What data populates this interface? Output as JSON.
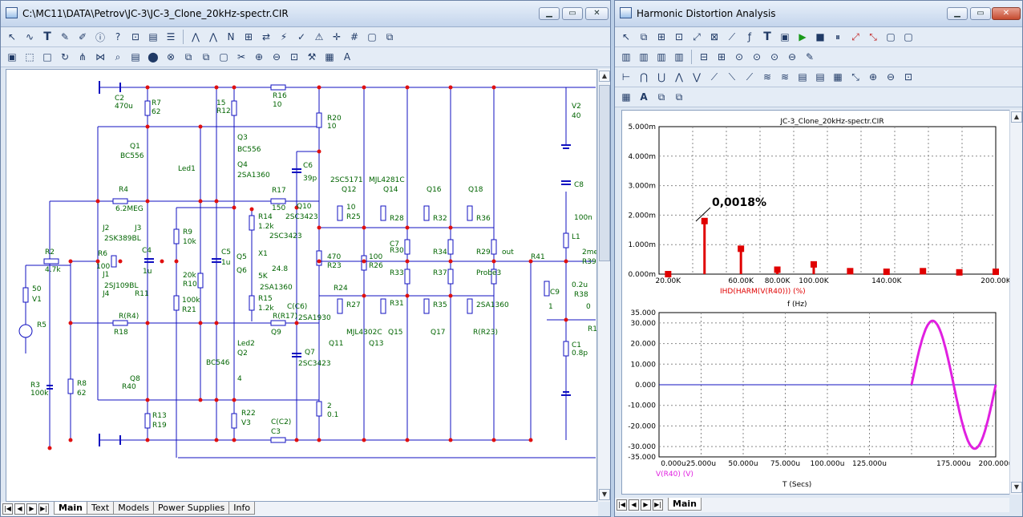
{
  "left_window": {
    "title": "C:\\MC11\\DATA\\Petrov\\JC-3\\JC-3_Clone_20kHz-spectr.CIR",
    "controls": [
      "minimize",
      "maximize",
      "close"
    ],
    "tabs": [
      "Main",
      "Text",
      "Models",
      "Power Supplies",
      "Info"
    ],
    "active_tab": "Main",
    "schematic": {
      "labels": [
        "C2",
        "470u",
        "R7",
        "62",
        "Q1",
        "BC556",
        "R12",
        "15",
        "Q3",
        "BC556",
        "Q4",
        "2SA1360",
        "Led1",
        "R16",
        "10",
        "R20",
        "10",
        "V2",
        "40",
        "C6",
        "39p",
        "R4",
        "6.2MEG",
        "R17",
        "150",
        "Q10",
        "2SC3423",
        "2SC5171",
        "Q12",
        "MJL4281C",
        "Q14",
        "Q16",
        "Q18",
        "C8",
        "100n",
        "R2",
        "4.7k",
        "J2",
        "2SK389BL",
        "J3",
        "R9",
        "10k",
        "R6",
        "100",
        "C4",
        "1u",
        "C5",
        "1u",
        "R14",
        "1.2k",
        "2SC3423",
        "Q5",
        "X1",
        "5K",
        "24.8",
        "Q6",
        "2SA1360",
        "R15",
        "1.2k",
        "J1",
        "2SJ109BL",
        "J4",
        "R11",
        "20k",
        "R10",
        "100k",
        "R21",
        "470",
        "R23",
        "10",
        "R25",
        "100",
        "R26",
        "R28",
        "R30",
        "R32",
        "R34",
        "R36",
        "R29",
        "R33",
        "R37",
        "Probe3",
        "out",
        "R41",
        "2me",
        "R39",
        "L1",
        "0.2u",
        "R38",
        "1",
        "C9",
        "0",
        "R1",
        "50",
        "V1",
        "R5",
        "R(R4)",
        "R18",
        "R(R17)",
        "Q9",
        "2SA1930",
        "Q11",
        "MJL4302C",
        "Q13",
        "Q15",
        "Q17",
        "R(R23)",
        "R24",
        "R27",
        "R31",
        "R35",
        "2SA1360",
        "C7",
        "C(C6)",
        "Q7",
        "2SC3423",
        "Led2",
        "Q2",
        "BC546",
        "Q8",
        "R40",
        "4",
        "C1",
        "0.8p",
        "R3",
        "100k",
        "R8",
        "62",
        "R13",
        "R19",
        "R22",
        "V3",
        "C(C2)",
        "C3",
        "2",
        "0.1"
      ]
    }
  },
  "right_window": {
    "title": "Harmonic Distortion Analysis",
    "controls": [
      "minimize",
      "maximize",
      "close"
    ],
    "tabs": [
      "Main"
    ],
    "active_tab": "Main",
    "annotation": "0,0018%"
  },
  "chart_data": [
    {
      "type": "bar",
      "title": "JC-3_Clone_20kHz-spectr.CIR",
      "xlabel": "f (Hz)",
      "ylabel": "",
      "series": [
        {
          "name": "IHD(HARM(V(R40))) (%)",
          "color": "#e00000",
          "points": [
            [
              20000,
              0.0
            ],
            [
              40000,
              0.0018
            ],
            [
              60000,
              0.00086
            ],
            [
              80000,
              0.00015
            ],
            [
              100000,
              0.00033
            ],
            [
              120000,
              0.0001
            ],
            [
              140000,
              8e-05
            ],
            [
              160000,
              0.0001
            ],
            [
              180000,
              6e-05
            ],
            [
              200000,
              8e-05
            ]
          ]
        }
      ],
      "xlim": [
        15000,
        200000
      ],
      "ylim": [
        0,
        0.005
      ],
      "xticks": [
        "20.00K",
        "60.00K",
        "80.00K",
        "100.00K",
        "140.00K",
        "200.00K"
      ],
      "yticks": [
        "0.000m",
        "1.000m",
        "2.000m",
        "3.000m",
        "4.000m",
        "5.000m"
      ],
      "grid": true
    },
    {
      "type": "line",
      "title": "",
      "xlabel": "T (Secs)",
      "ylabel": "",
      "series": [
        {
          "name": "V(R40) (V)",
          "color": "#e020e0",
          "waveform": {
            "zero_until_us": 150,
            "amplitude_v": 31,
            "period_us": 50,
            "end_us": 200
          }
        }
      ],
      "xlim": [
        0,
        200
      ],
      "ylim": [
        -35,
        35
      ],
      "xticks": [
        "0.000u",
        "25.000u",
        "50.000u",
        "75.000u",
        "100.000u",
        "125.000u",
        "175.000u",
        "200.000u"
      ],
      "yticks": [
        "35.000",
        "30.000",
        "20.000",
        "10.000",
        "0.000",
        "-10.000",
        "-20.000",
        "-30.000",
        "-35.000"
      ],
      "grid": true
    }
  ]
}
